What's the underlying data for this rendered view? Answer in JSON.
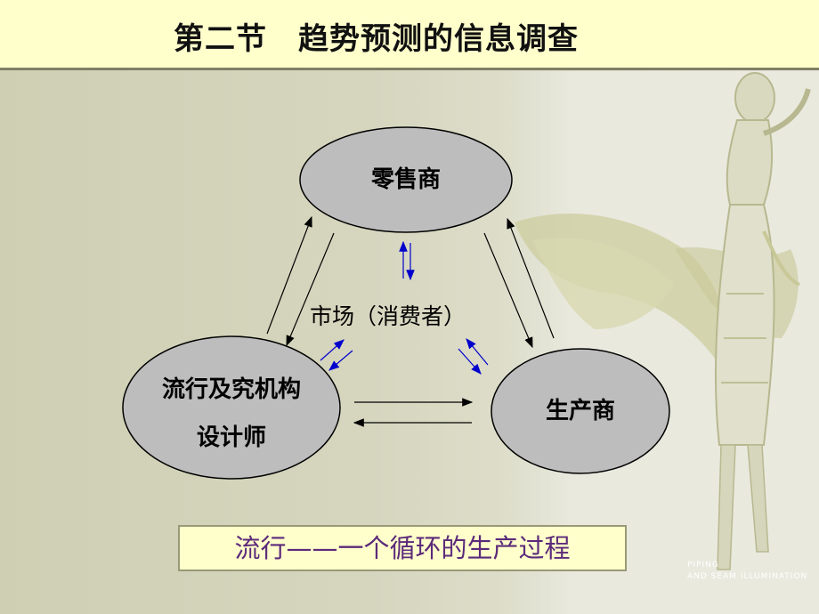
{
  "header": {
    "title": "第二节　趋势预测的信息调查"
  },
  "nodes": {
    "retailer": "零售商",
    "producer": "生产商",
    "trend_line1": "流行及究机构",
    "trend_line2": "设计师",
    "market": "市场（消费者）"
  },
  "caption": "流行——一个循环的生产过程",
  "decoration": {
    "text_line1": "PIPING",
    "text_line2": "AND SEAM ILLUMINATION"
  },
  "colors": {
    "header_bg": "#ffffcc",
    "node_fill": "#bdbdbd",
    "caption_text": "#5b2a7a",
    "blue_arrow": "#0000cc"
  }
}
